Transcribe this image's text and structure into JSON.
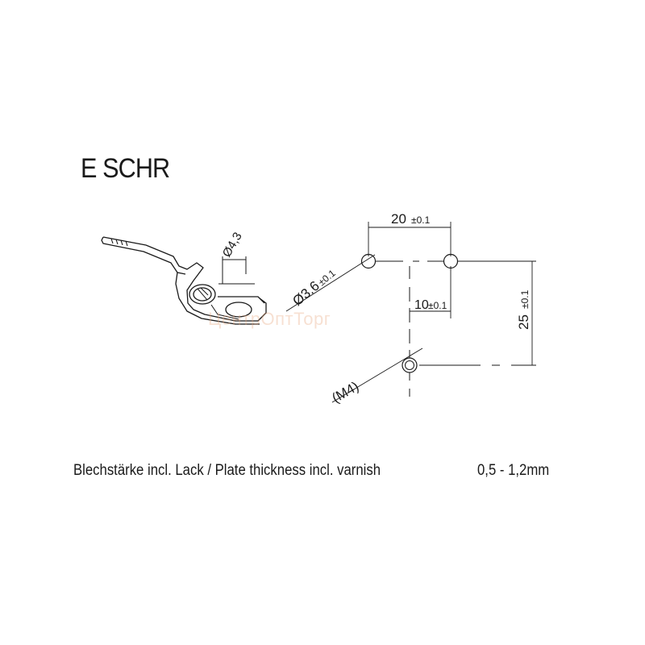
{
  "title": "E SCHR",
  "part_dimension": "Ø4,3",
  "dimensions": {
    "width": "20",
    "width_tol": "±0.1",
    "hole_diameter": "Ø3.6",
    "hole_tol": "±0.1",
    "offset": "10",
    "offset_tol": "±0.1",
    "height": "25",
    "height_tol": "±0.1",
    "thread": "(M4)"
  },
  "caption": "Blechstärke incl. Lack / Plate thickness incl. varnish",
  "thickness": "0,5 - 1,2mm",
  "watermark": "ЦентрОптТорг",
  "colors": {
    "line": "#1a1a1a",
    "watermark": "#e9a880"
  }
}
